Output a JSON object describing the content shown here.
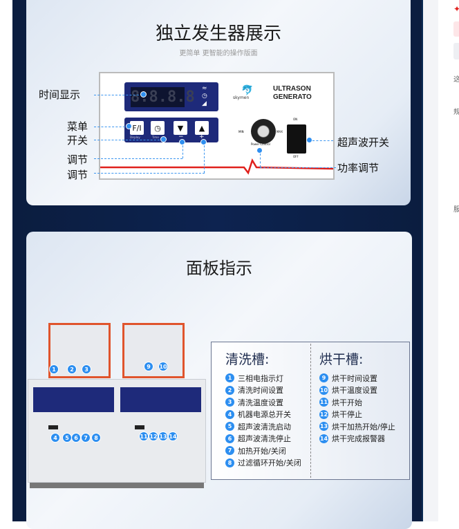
{
  "section1": {
    "title": "独立发生器展示",
    "subtitle": "更简单 更智能的操作版面",
    "labels": {
      "time_display": "时间显示",
      "menu": "菜单",
      "switch": "开关",
      "adjust1": "调节",
      "adjust2": "调节",
      "ultrasonic_switch": "超声波开关",
      "power_adjust": "功率调节"
    },
    "panel": {
      "display": "8.8.8.8",
      "brand": "skymen",
      "product_line1": "ULTRASON",
      "product_line2": "GENERATO",
      "key_fi": "F/I",
      "key_display": "Display",
      "key_time": "Time",
      "minus": "−",
      "plus": "+",
      "min": "MIN",
      "max": "MAX",
      "power_control": "Power Control",
      "on": "ON",
      "off": "OFF"
    }
  },
  "section2": {
    "title": "面板指示",
    "cleaning": {
      "heading": "清洗槽:",
      "items": [
        {
          "n": "1",
          "t": "三相电指示灯"
        },
        {
          "n": "2",
          "t": "清洗时间设置"
        },
        {
          "n": "3",
          "t": "清洗温度设置"
        },
        {
          "n": "4",
          "t": "机器电源总开关"
        },
        {
          "n": "5",
          "t": "超声波清洗启动"
        },
        {
          "n": "6",
          "t": "超声波清洗停止"
        },
        {
          "n": "7",
          "t": "加热开始/关闭"
        },
        {
          "n": "8",
          "t": "过滤循环开始/关闭"
        }
      ]
    },
    "drying": {
      "heading": "烘干槽:",
      "items": [
        {
          "n": "9",
          "t": "烘干时间设置"
        },
        {
          "n": "10",
          "t": "烘干温度设置"
        },
        {
          "n": "11",
          "t": "烘干开始"
        },
        {
          "n": "12",
          "t": "烘干停止"
        },
        {
          "n": "13",
          "t": "烘干加热开始/停止"
        },
        {
          "n": "14",
          "t": "烘干完成报警器"
        }
      ]
    }
  },
  "sidebar": {
    "text1": "这",
    "text2": "规",
    "text3": "服"
  },
  "colors": {
    "accent": "#2c8ef0",
    "navy": "#0d2350",
    "red": "#e0201c"
  }
}
